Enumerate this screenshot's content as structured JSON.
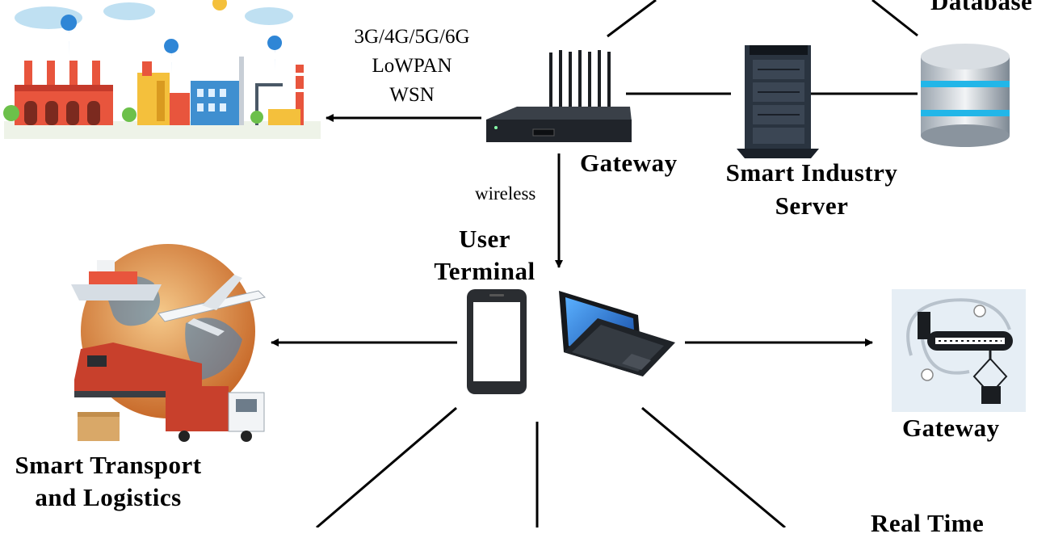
{
  "labels": {
    "database": "Database",
    "network_line1": "3G/4G/5G/6G",
    "network_line2": "LoWPAN",
    "network_line3": "WSN",
    "gateway_top": "Gateway",
    "server_line1": "Smart Industry",
    "server_line2": "Server",
    "wireless": "wireless",
    "user_terminal_line1": "User",
    "user_terminal_line2": "Terminal",
    "gateway_right": "Gateway",
    "transport_line1": "Smart Transport",
    "transport_line2": "and Logistics",
    "realtime": "Real Time"
  },
  "colors": {
    "line": "#000000",
    "sky": "#bfe0f2",
    "factory_red": "#e8553d",
    "factory_blue": "#3f8fd0",
    "factory_yellow": "#f4c03c",
    "globe": "#e8a25a",
    "globe_sea": "#3a7fc0",
    "server_body": "#202a36",
    "db_cyan": "#22b6e8",
    "laptop_screen": "#2a7ad8"
  },
  "icons": [
    "smart-factory-icon",
    "gateway-router-icon",
    "server-rack-icon",
    "database-icon",
    "smartphone-icon",
    "laptop-icon",
    "globe-logistics-icon",
    "conveyor-gateway-icon"
  ]
}
